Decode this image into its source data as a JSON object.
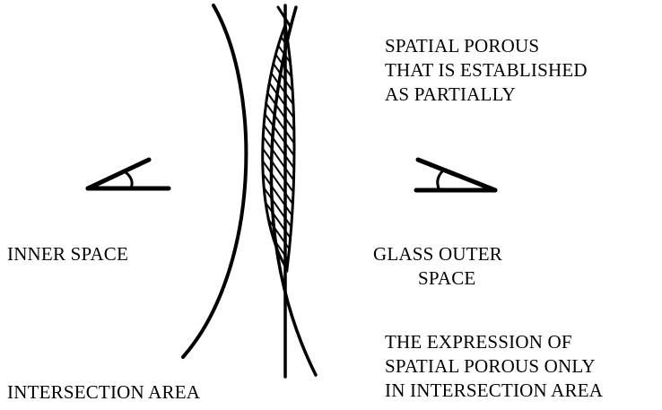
{
  "labels": {
    "spatial_porous": [
      "SPATIAL POROUS",
      "THAT IS ESTABLISHED",
      "AS PARTIALLY"
    ],
    "inner_space": "INNER SPACE",
    "glass_outer_space": [
      "GLASS OUTER",
      "SPACE"
    ],
    "expression": [
      "THE EXPRESSION OF",
      "SPATIAL POROUS ONLY",
      "IN INTERSECTION AREA"
    ],
    "intersection_area": "INTERSECTION AREA"
  },
  "icons": {
    "left_viewer": "eye-angle-icon",
    "right_viewer": "eye-angle-icon"
  },
  "colors": {
    "stroke": "#000000",
    "background": "#ffffff"
  }
}
